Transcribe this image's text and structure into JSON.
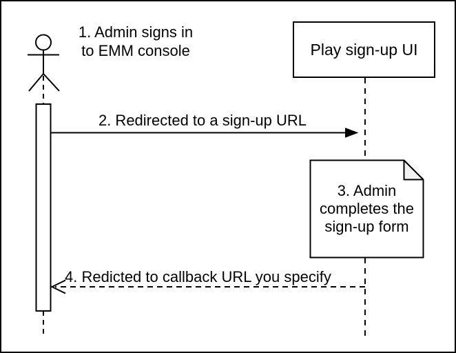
{
  "colors": {
    "stroke": "#000000",
    "background": "#ffffff",
    "note_fill": "#ffffff",
    "note_fold": "#f2f2f2"
  },
  "actor": {
    "label": "1. Admin signs in\nto EMM console"
  },
  "participant": {
    "label": "Play sign-up UI"
  },
  "messages": {
    "redirect": {
      "label": "2. Redirected to a sign-up URL"
    },
    "callback": {
      "label": "4. Redicted to callback URL you specify"
    }
  },
  "note": {
    "label": "3. Admin\ncompletes the\nsign-up form"
  }
}
